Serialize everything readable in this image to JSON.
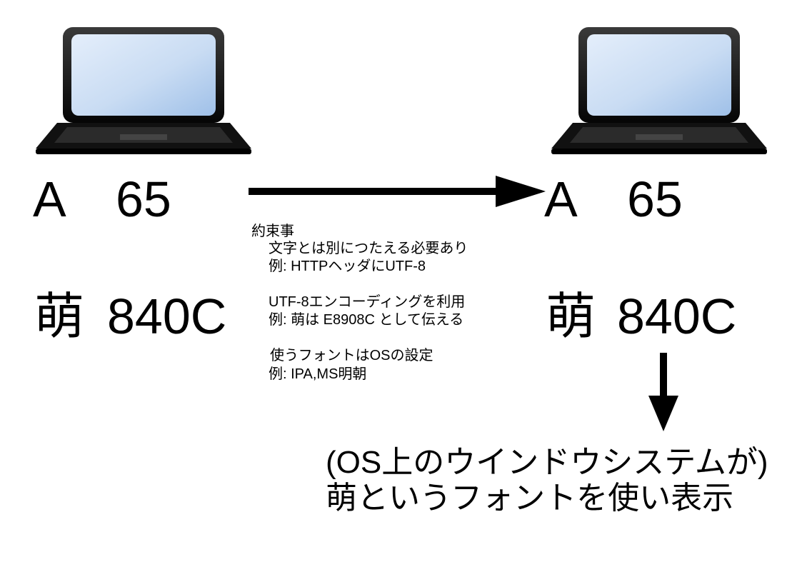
{
  "left_computer": {
    "char_a": "A",
    "code_a": "65",
    "char_moe": "萌",
    "code_moe": "840C"
  },
  "right_computer": {
    "char_a": "A",
    "code_a": "65",
    "char_moe": "萌",
    "code_moe": "840C"
  },
  "agreement": {
    "heading": "約束事",
    "lines": [
      "文字とは別につたえる必要あり",
      "例: HTTPヘッダにUTF-8",
      "UTF-8エンコーディングを利用",
      "例: 萌は E8908C として伝える",
      "使うフォントはOSの設定",
      "例: IPA,MS明朝"
    ]
  },
  "result": {
    "line1": "(OS上のウインドウシステムが)",
    "line2": "萌というフォントを使い表示"
  },
  "colors": {
    "screen_light": "#dbe8f8",
    "screen_dark": "#a9c7ea",
    "body": "#111111"
  }
}
